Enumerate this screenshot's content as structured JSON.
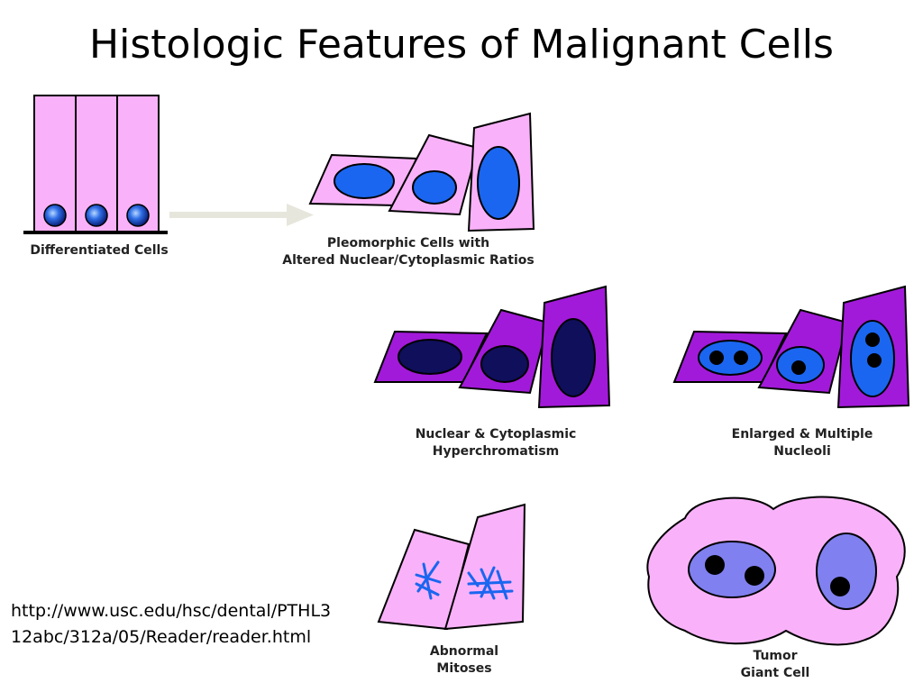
{
  "slide": {
    "title": "Histologic Features of Malignant Cells",
    "source_url": "http://www.usc.edu/hsc/dental/PTHL312abc/312a/05/Reader/reader.html"
  },
  "panels": {
    "differentiated": {
      "caption": [
        "Differentiated Cells"
      ]
    },
    "pleomorphic": {
      "caption": [
        "Pleomorphic Cells with",
        "Altered Nuclear/Cytoplasmic Ratios"
      ]
    },
    "hyperchromatism": {
      "caption": [
        "Nuclear & Cytoplasmic",
        "Hyperchromatism"
      ]
    },
    "nucleoli": {
      "caption": [
        "Enlarged & Multiple",
        "Nucleoli"
      ]
    },
    "mitoses": {
      "caption": [
        "Abnormal",
        "Mitoses"
      ]
    },
    "giant_cell": {
      "caption": [
        "Tumor",
        "Giant Cell"
      ]
    }
  },
  "colors": {
    "cell_pink": "#f9b2f9",
    "cell_purple": "#a21ad9",
    "nucleus_blue": "#1a66f0",
    "nucleus_dark": "#0f0f5c",
    "nucleus_light": "#8080f0",
    "outline": "#000000",
    "arrow": "#e6e6dc"
  }
}
